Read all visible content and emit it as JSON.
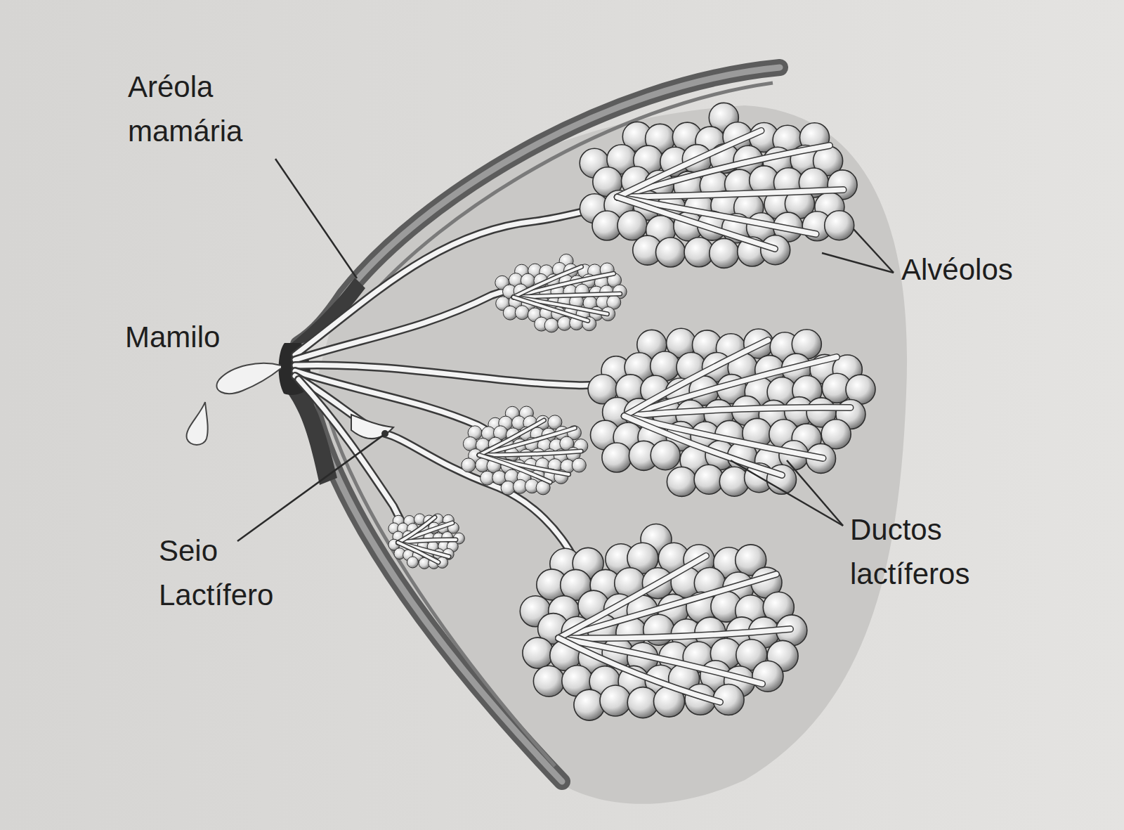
{
  "diagram": {
    "labels": [
      "Aréola mamária",
      "Mamilo",
      "Alvéolos",
      "Seio Lactífero",
      "Ductos lactíferos"
    ]
  }
}
